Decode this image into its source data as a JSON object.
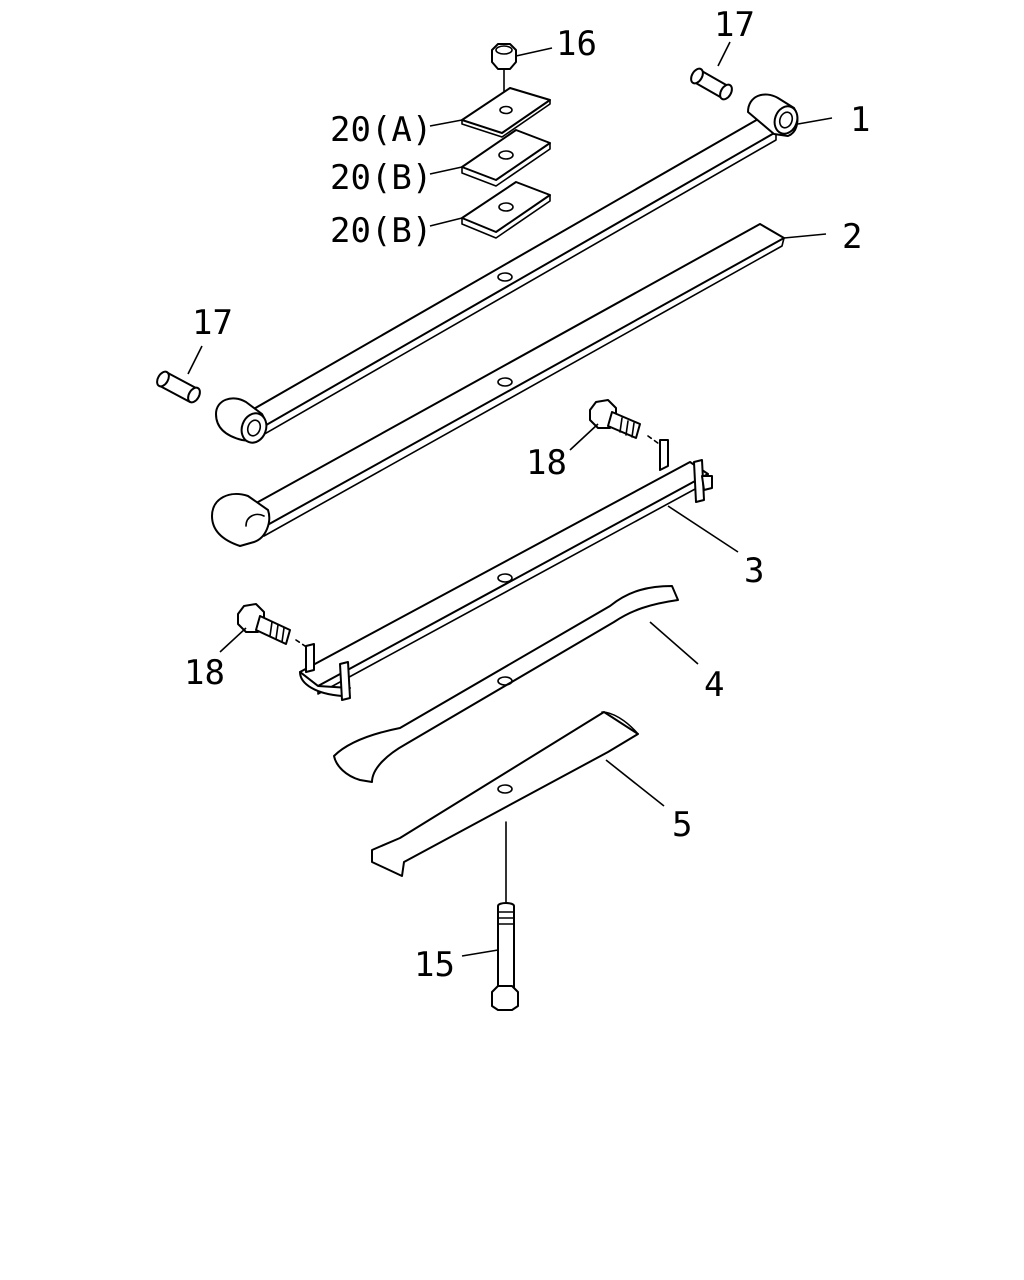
{
  "callouts": {
    "c1": "1",
    "c2": "2",
    "c3": "3",
    "c4": "4",
    "c5": "5",
    "c15": "15",
    "c16": "16",
    "c17_top": "17",
    "c17_left": "17",
    "c18_top": "18",
    "c18_left": "18",
    "c20a": "20(A)",
    "c20b_1": "20(B)",
    "c20b_2": "20(B)"
  },
  "colors": {
    "line": "#000000",
    "background": "#ffffff"
  }
}
